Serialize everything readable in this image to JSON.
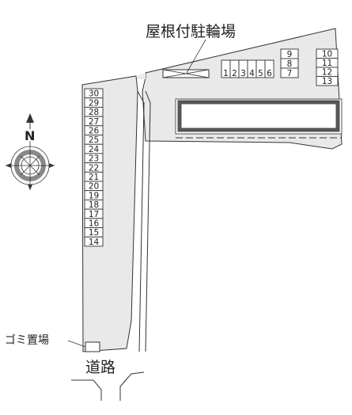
{
  "labels": {
    "covered_parking": "屋根付駐輪場",
    "garbage": "ゴミ置場",
    "road": "道路",
    "north": "N"
  },
  "parking": {
    "right_top": [
      "9",
      "8",
      "7"
    ],
    "right_row": [
      "1",
      "2",
      "3",
      "4",
      "5",
      "6"
    ],
    "far_right": [
      "10",
      "11",
      "12",
      "13"
    ],
    "left_column": [
      "30",
      "29",
      "28",
      "27",
      "26",
      "25",
      "24",
      "23",
      "22",
      "21",
      "20",
      "19",
      "18",
      "17",
      "16",
      "15",
      "14"
    ]
  },
  "colors": {
    "lot_fill": "#e9e9e9",
    "building_border": "#555555",
    "line": "#333333"
  },
  "icons": {
    "compass": "compass-rose-icon",
    "leader": "leader-line-icon"
  }
}
